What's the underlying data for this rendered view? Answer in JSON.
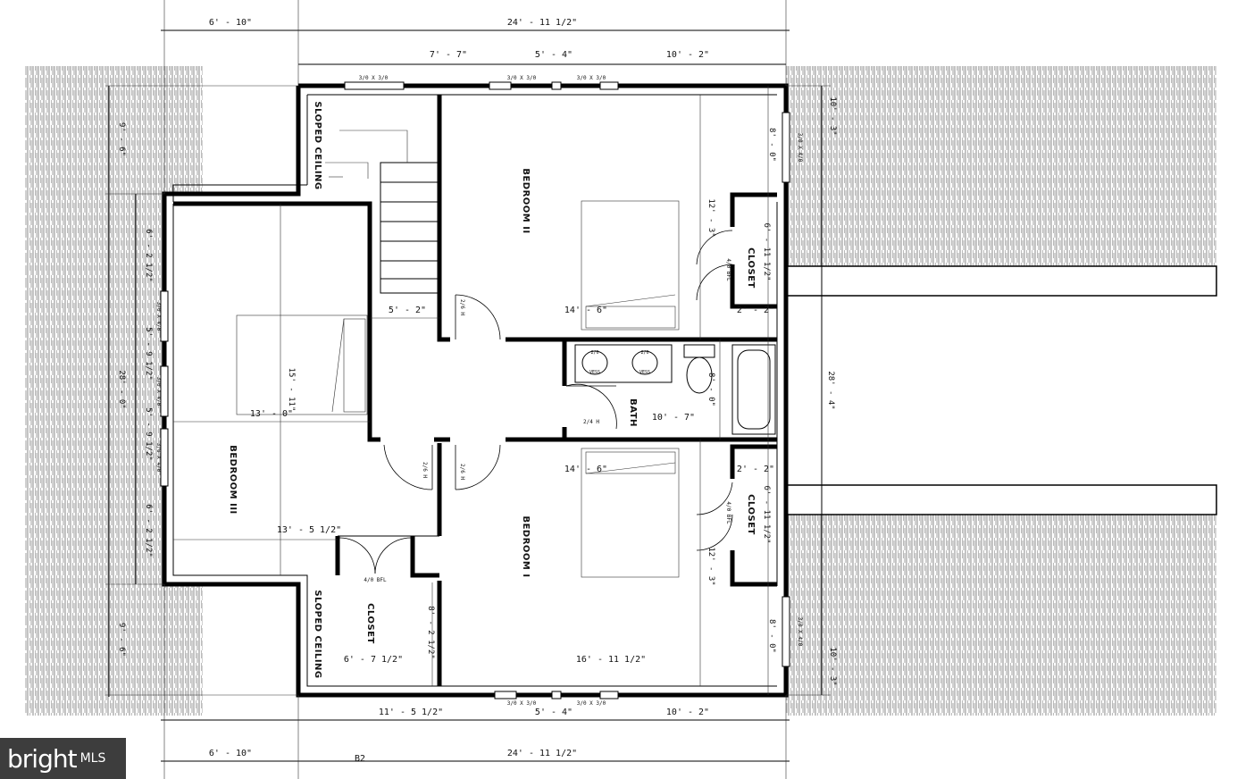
{
  "rooms": {
    "bedroom_1": "BEDROOM I",
    "bedroom_2": "BEDROOM II",
    "bedroom_3": "BEDROOM III",
    "bath": "BATH",
    "closet_1": "CLOSET",
    "closet_2": "CLOSET",
    "closet_3": "CLOSET",
    "sloped_1": "SLOPED CEILING",
    "sloped_2": "SLOPED CEILING"
  },
  "dimensions": {
    "top_left": "6' - 10\"",
    "top_total": "24' - 11 1/2\"",
    "top_seg1": "7' - 7\"",
    "top_seg2": "5' - 4\"",
    "top_seg3": "10' - 2\"",
    "bottom_seg1": "11' - 5 1/2\"",
    "bottom_seg2": "5' - 4\"",
    "bottom_seg3": "10' - 2\"",
    "bottom_left": "6' - 10\"",
    "bottom_total": "24' - 11 1/2\"",
    "hall": "5' - 2\"",
    "b2_width": "14' - 6\"",
    "b2_closet_w": "2' - 2\"",
    "b3_width": "14' - 6\"",
    "b3_closet_w": "2' - 2\"",
    "bath_width": "10' - 7\"",
    "b1_width": "13' - 0\"",
    "b1_lower": "13' - 5 1/2\"",
    "b1_depth": "15' - 11\"",
    "closet1_w": "6' - 7 1/2\"",
    "b3_bottom_w": "16' - 11 1/2\"",
    "b2_depth": "12' - 3\"",
    "b3_depth": "12' - 3\"",
    "closet_b2_h": "6' - 11 1/2\"",
    "closet_b3_h": "6' - 11 1/2\"",
    "right_total": "28' - 4\"",
    "right_top": "8' - 0\"",
    "right_bot": "8' - 0\"",
    "right_top_out": "10' - 3\"",
    "right_bot_out": "10' - 3\"",
    "left_top": "9' - 6\"",
    "left_seg1": "6' - 2 1/2\"",
    "left_seg2": "5' - 9 1/2\"",
    "left_seg3": "5' - 9 1/2\"",
    "left_seg4": "6' - 2 1/2\"",
    "left_total": "28' - 0\"",
    "left_bottom": "9' - 6\"",
    "closet1_h": "8' - 2 1/2\"",
    "bath_h": "8' - 0\""
  },
  "windows": {
    "w_top_a": "3/0 X 3/0",
    "w_top_b": "3/0 X 3/0",
    "w_top_c": "3/0 X 3/0",
    "w_bot_a": "3/0 X 3/0",
    "w_bot_b": "3/0 X 3/0",
    "w_left_a": "3/0 X 4/0",
    "w_left_b": "3/0 X 4/0",
    "w_left_c": "3/0 X 4/0",
    "w_right_a": "3/0 X 4/0",
    "w_right_b": "3/0 X 4/0"
  },
  "doors": {
    "b2_door": "2/6 H",
    "b2_closet": "4/0 BFL",
    "b3_door": "2/6 H",
    "b3_closet": "4/0 BFL",
    "b1_door": "2/6 H",
    "b1_closet": "4/0 BFL",
    "bath_door": "2/4 H"
  },
  "fixtures": {
    "vanity_1": "VESS",
    "vanity_2": "VESS",
    "sink_size": "2/0"
  },
  "marks": {
    "level": "B2"
  },
  "logo": {
    "brand": "bright",
    "suffix": "MLS"
  }
}
